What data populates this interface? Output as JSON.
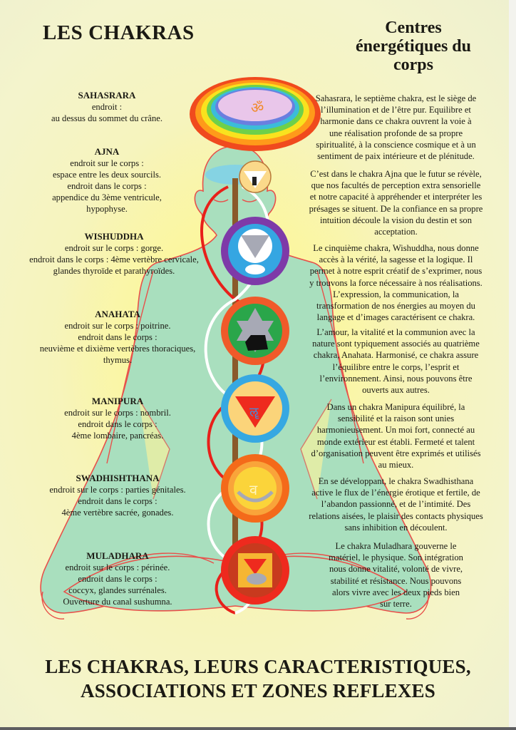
{
  "header": {
    "title": "LES CHAKRAS",
    "subtitle_lines": [
      "Centres",
      "énergétiques du",
      "corps"
    ]
  },
  "chakras_locations": [
    {
      "name": "SAHASRARA",
      "lines": [
        "endroit :",
        "au dessus du sommet du crâne."
      ]
    },
    {
      "name": "AJNA",
      "lines": [
        "endroit sur le corps :",
        "espace entre les deux sourcils.",
        "endroit dans le corps :",
        "appendice du 3ème ventricule,",
        "hypophyse."
      ]
    },
    {
      "name": "WISHUDDHA",
      "lines": [
        "endroit sur le corps :  gorge.",
        "endroit dans le corps : 4ème vertèbre cervicale,",
        "glandes thyroïde et parathyroïdes."
      ]
    },
    {
      "name": "ANAHATA",
      "lines": [
        "endroit sur le corps : poitrine.",
        "endroit dans le corps :",
        "neuvième et dixième vertèbres thoraciques,",
        "thymus."
      ]
    },
    {
      "name": "MANIPURA",
      "lines": [
        "endroit sur le corps : nombril.",
        "endroit dans le corps :",
        "4ème lombaire, pancréas."
      ]
    },
    {
      "name": "SWADHISHTHANA",
      "lines": [
        "endroit sur le corps : parties génitales.",
        "endroit dans le corps :",
        "4ème vertèbre sacrée, gonades."
      ]
    },
    {
      "name": "MULADHARA",
      "lines": [
        "endroit sur le corps : périnée.",
        "endroit dans le corps :",
        "coccyx, glandes surrénales.",
        "Ouverture du  canal sushumna."
      ]
    }
  ],
  "chakras_descriptions": [
    {
      "chakra": "Sahasrara",
      "lines": [
        "Sahasrara, le septième chakra, est le siège de",
        "l’illumination et de l’être pur. Equilibre et",
        "harmonie dans ce chakra ouvrent la voie à",
        "une réalisation profonde de sa propre",
        "spiritualité, à la conscience cosmique et à un",
        "sentiment de paix intérieure et de plénitude."
      ]
    },
    {
      "chakra": "Ajna",
      "lines": [
        "C’est dans le chakra  Ajna que le futur se révèle,",
        "que nos facultés de perception extra sensorielle",
        "et notre capacité à appréhender et interpréter les",
        "présages se situent. De la confiance en sa propre",
        "intuition découle la vision du destin et son",
        "acceptation."
      ]
    },
    {
      "chakra": "Wishuddha",
      "lines": [
        "Le cinquième chakra, Wishuddha, nous donne",
        "accès à la vérité, la sagesse et la logique. Il",
        "permet à notre esprit créatif de s’exprimer, nous",
        "y trouvons la force nécessaire à nos réalisations.",
        "L’expression, la communication, la",
        "transformation de nos énergies au moyen du",
        "langage et d’images  caractérisent ce chakra."
      ]
    },
    {
      "chakra": "Anahata",
      "lines": [
        "L’amour, la vitalité et la communion avec la",
        "nature sont typiquement associés au quatrième",
        "chakra, Anahata. Harmonisé, ce chakra assure",
        "l’équilibre entre le corps, l’esprit et",
        "l’environnement. Ainsi, nous pouvons être",
        "ouverts aux autres."
      ]
    },
    {
      "chakra": "Manipura",
      "lines": [
        "Dans un chakra Manipura équilibré, la",
        "sensibilité et la raison sont unies",
        "harmonieusement. Un moi fort, connecté au",
        "monde extérieur est établi. Fermeté et talent",
        "d’organisation peuvent être exprimés et utilisés",
        "au mieux."
      ]
    },
    {
      "chakra": "Swadhisthana",
      "lines": [
        "En se développant, le chakra Swadhisthana",
        "active le flux de l’énergie érotique et fertile, de",
        "l’abandon passionné, et de l’intimité. Des",
        "relations aisées, le plaisir des contacts physiques",
        "sans inhibition en découlent."
      ]
    },
    {
      "chakra": "Muladhara",
      "lines": [
        "Le chakra Muladhara gouverne le",
        "matériel, le physique. Son intégration",
        "nous donne vitalité, volonté de vivre,",
        "stabilité et résistance. Nous pouvons",
        "alors vivre avec les deux pieds bien",
        "sur terre."
      ]
    }
  ],
  "footer": {
    "title_lines": [
      "LES CHAKRAS, LEURS CARACTERISTIQUES,",
      "ASSOCIATIONS ET ZONES REFLEXES"
    ]
  },
  "figure": {
    "description": "meditating-figure-with-seven-chakra-mandalas",
    "colors": {
      "body_fill": "#a9dfbe",
      "body_outline": "#e8504a",
      "spine": "#8a5a2a",
      "sahasrara_petals": [
        "#f04a1e",
        "#ff9a1a",
        "#f9e21e",
        "#6ed04a",
        "#3bbcd9",
        "#6a7fe0"
      ],
      "sahasrara_center": "#e9c6ea",
      "ajna": "#fbd98a",
      "wishuddha_petals": "#7e3aa8",
      "wishuddha_center": "#35a6e2",
      "anahata_petals": "#f05a2a",
      "anahata_center": "#2aa64a",
      "manipura_petals": "#36a8e2",
      "manipura_center": "#fbd47a",
      "manipura_triangle": "#ee2a1e",
      "swadhisthana_petals": "#f46a1a",
      "swadhisthana_center": "#fbd43a",
      "muladhara_petals": "#ee2a1e",
      "muladhara_square": "#f6b632",
      "ida_channel": "#e8201a",
      "pingala_channel": "#ffffff"
    }
  }
}
